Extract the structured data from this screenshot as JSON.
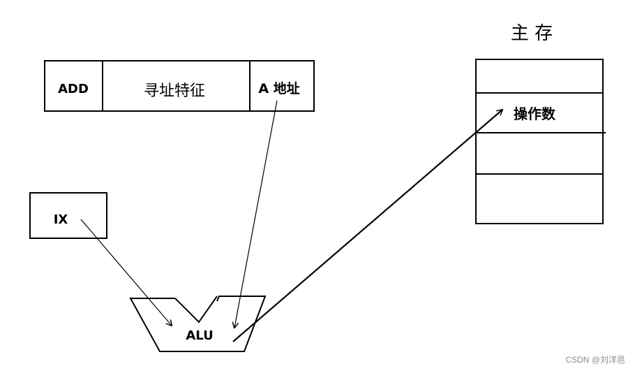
{
  "memory": {
    "title": "主 存",
    "operand_label": "操作数"
  },
  "instruction": {
    "opcode_label": "ADD",
    "addressing_label": "寻址特征",
    "address_label": "A 地址"
  },
  "index_register": {
    "label": "IX"
  },
  "alu": {
    "label": "ALU"
  },
  "watermark": {
    "text": "CSDN @刘洋邑"
  },
  "colors": {
    "stroke": "#000000",
    "background": "#ffffff",
    "watermark": "#8c8c8c"
  }
}
